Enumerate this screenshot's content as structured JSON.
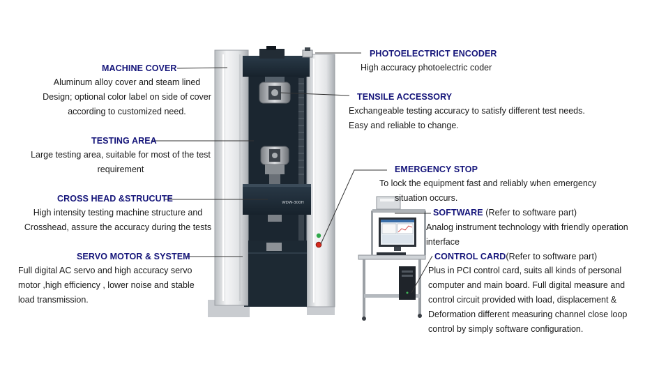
{
  "callouts": {
    "machine_cover": {
      "title": "MACHINE COVER",
      "text": "Aluminum alloy cover and steam lined\nDesign; optional color label on side of cover\naccording to customized need."
    },
    "testing_area": {
      "title": "TESTING AREA",
      "text": "Large testing area, suitable for most of the test\nrequirement"
    },
    "cross_head": {
      "title": "CROSS HEAD &STRUCUTE",
      "text": "High intensity testing machine structure and\nCrosshead, assure the accuracy during the tests"
    },
    "servo_motor": {
      "title": "SERVO MOTOR & SYSTEM",
      "text": "Full digital AC servo and high accuracy servo\nmotor ,high efficiency , lower noise and stable\nload transmission."
    },
    "photoelectric_encoder": {
      "title": "PHOTOELECTRICT ENCODER",
      "text": "High accuracy photoelectric coder"
    },
    "tensile_accessory": {
      "title": "TENSILE ACCESSORY",
      "text": "Exchangeable testing accuracy to satisfy different test needs.\nEasy and reliable to change."
    },
    "emergency_stop": {
      "title": "EMERGENCY STOP",
      "text_line1": "To lock the equipment fast and reliably when emergency",
      "text_line2": "situation occurs."
    },
    "software": {
      "title": "SOFTWARE",
      "title_suffix": " (Refer to software part)",
      "text": "Analog instrument technology with friendly operation\ninterface"
    },
    "control_card": {
      "title": "CONTROL CARD",
      "title_suffix": "(Refer to software part)",
      "text": "Plus in PCI control card, suits all kinds of personal\ncomputer and main board. Full digital measure and\ncontrol circuit provided with load, displacement &\nDeformation different measuring channel close loop\ncontrol by simply software configuration."
    }
  },
  "machine": {
    "crosshead_label": "WDW-300H"
  },
  "colors": {
    "heading": "#15157a",
    "machine_dark": "#1f2d3a",
    "column_silver": "#e4e6e8",
    "emergency_red": "#d42a1e",
    "indicator_green": "#2fa84a"
  },
  "icons": [
    "emergency-stop-icon",
    "indicator-light-icon",
    "monitor-icon",
    "computer-tower-icon"
  ]
}
